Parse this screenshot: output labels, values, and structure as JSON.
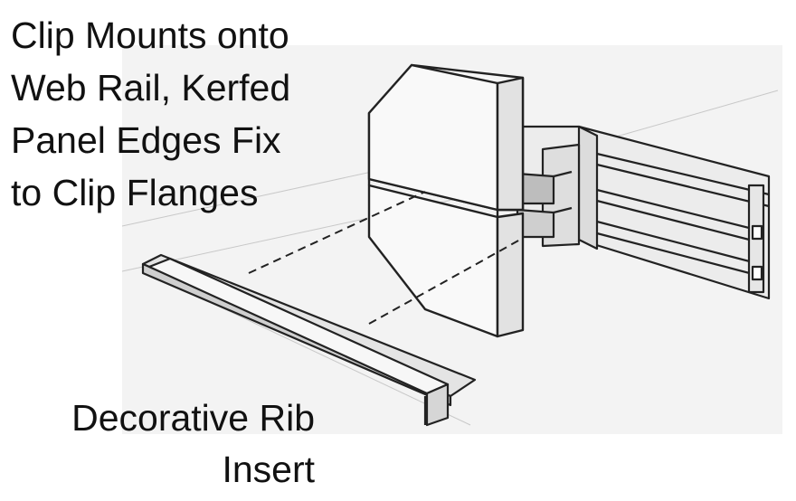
{
  "annotations": {
    "clip_description": [
      "Clip Mounts onto",
      "Web Rail, Kerfed",
      "Panel Edges Fix",
      "to Clip Flanges"
    ],
    "rib_description": [
      "Decorative Rib",
      "Insert"
    ]
  },
  "colors": {
    "background": "#ffffff",
    "paper": "#f2f2f2",
    "ink": "#222222",
    "text": "#111111"
  }
}
